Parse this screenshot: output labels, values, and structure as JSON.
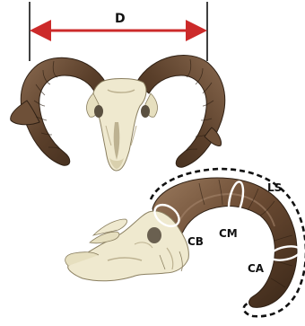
{
  "labels": {
    "width_label": "D",
    "base_circumference": "CB",
    "mid_circumference": "CM",
    "apical_circumference": "CA",
    "spiral_length": "LS"
  },
  "colors": {
    "dimension_arrow": "#cc2a2a",
    "horn_dark": "#4a3322",
    "horn_mid": "#7a5a40",
    "horn_light": "#a3836a",
    "skull": "#efe9cf",
    "skull_shadow": "#bdb291",
    "measure_ring": "#ffffff",
    "outline_dash": "#111111",
    "label_text": "#111111"
  }
}
